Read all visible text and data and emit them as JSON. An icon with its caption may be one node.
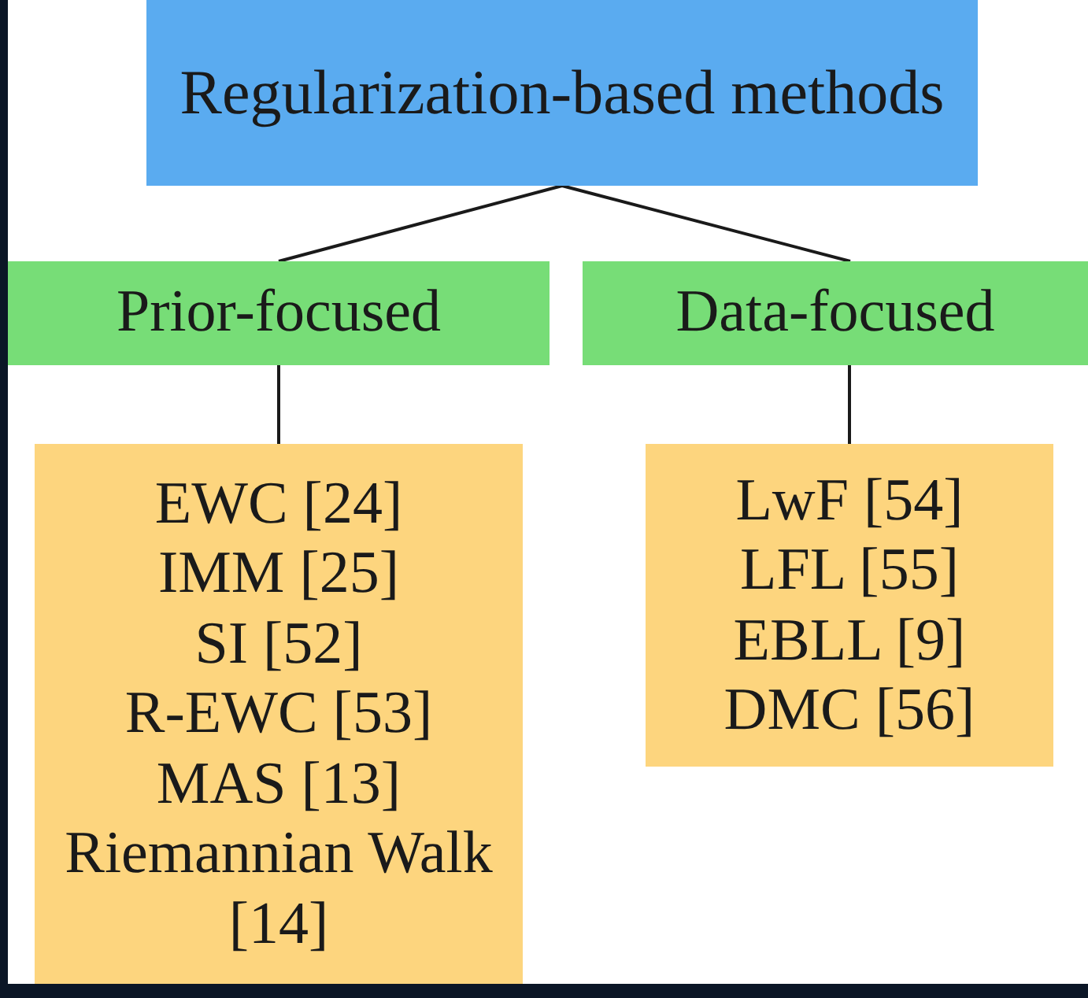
{
  "diagram": {
    "nodes": [
      {
        "text": [
          "Regularization-based methods"
        ]
      },
      {
        "text": [
          "Prior-focused"
        ]
      },
      {
        "text": [
          "Data-focused"
        ]
      },
      {
        "text": [
          "EWC [24]",
          "IMM [25]",
          "SI [52]",
          "R-EWC [53]",
          "MAS [13]",
          "Riemannian Walk [14]"
        ]
      },
      {
        "text": [
          "LwF [54]",
          "LFL [55]",
          "EBLL [9]",
          "DMC [56]"
        ]
      }
    ],
    "edges": [
      {
        "from": 0,
        "to": 1,
        "arrow": "none"
      },
      {
        "from": 0,
        "to": 2,
        "arrow": "none"
      },
      {
        "from": 1,
        "to": 3,
        "arrow": "none"
      },
      {
        "from": 2,
        "to": 4,
        "arrow": "none"
      }
    ]
  }
}
